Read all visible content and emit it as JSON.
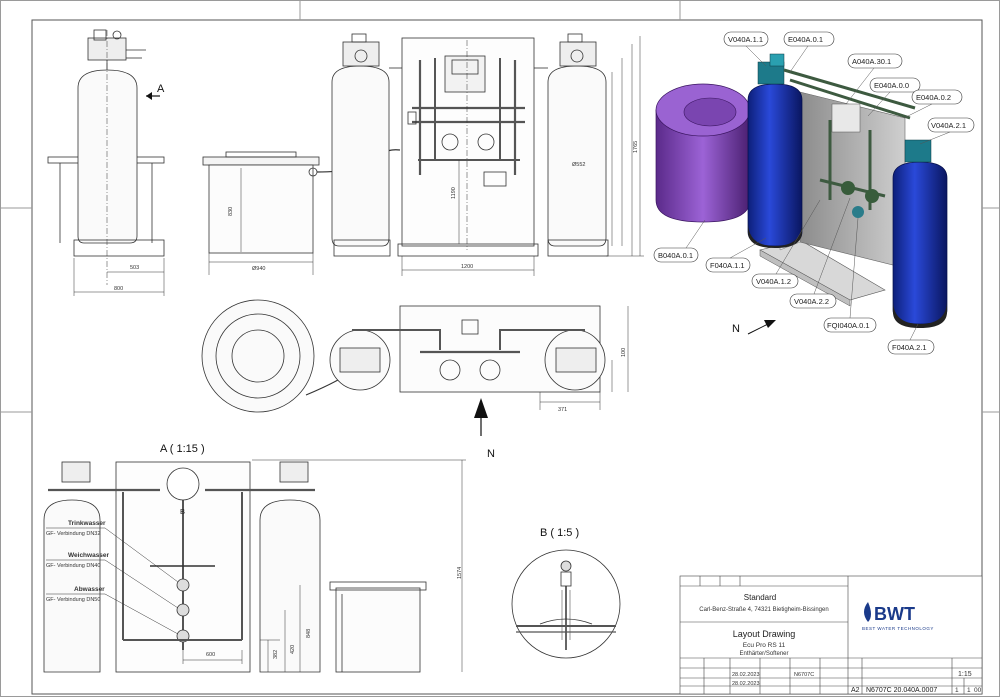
{
  "section_a": {
    "title": "A ( 1:15 )",
    "marker": "A"
  },
  "section_b": {
    "title": "B ( 1:5 )",
    "marker": "B"
  },
  "north": {
    "label": "N"
  },
  "callouts": {
    "c1": "V040A.1.1",
    "c2": "E040A.0.1",
    "c3": "A040A.30.1",
    "c4": "E040A.0.0",
    "c5": "E040A.0.2",
    "c6": "V040A.2.1",
    "c7": "B040A.0.1",
    "c8": "F040A.1.1",
    "c9": "V040A.1.2",
    "c10": "V040A.2.2",
    "c11": "FQI040A.0.1",
    "c12": "F040A.2.1"
  },
  "pipes": {
    "p1_title": "Trinkwasser",
    "p1_sub": "GF- Verbindung DN32",
    "p2_title": "Weichwasser",
    "p2_sub": "GF- Verbindung DN40",
    "p3_title": "Abwasser",
    "p3_sub": "GF- Verbindung DN50"
  },
  "dims": {
    "d503": "503",
    "d800": "800",
    "d940": "Ø940",
    "d830": "830",
    "d1200": "1200",
    "d1190": "1190",
    "d552": "Ø552",
    "d1765": "1765",
    "d371": "371",
    "d100": "100",
    "d600": "600",
    "d382": "382",
    "d420": "420",
    "d848": "848",
    "d1574": "1574"
  },
  "titleblock": {
    "company": "Standard",
    "address": "Carl-Benz-Straße 4, 74321 Bietigheim-Bissingen",
    "drawing_type": "Layout Drawing",
    "product": "Ecu Pro RS 11",
    "subtitle": "Enthärter/Softener",
    "logo": "BWT",
    "tagline": "BEST WATER TECHNOLOGY",
    "scale": "1:15",
    "sheet_size": "A2",
    "drawing_no": "N6707C 20.040A.0007",
    "sheet": "1",
    "of": "1",
    "rev": "00",
    "date1": "28.02.2023",
    "date2": "28.02.2023",
    "code": "N6707C"
  }
}
